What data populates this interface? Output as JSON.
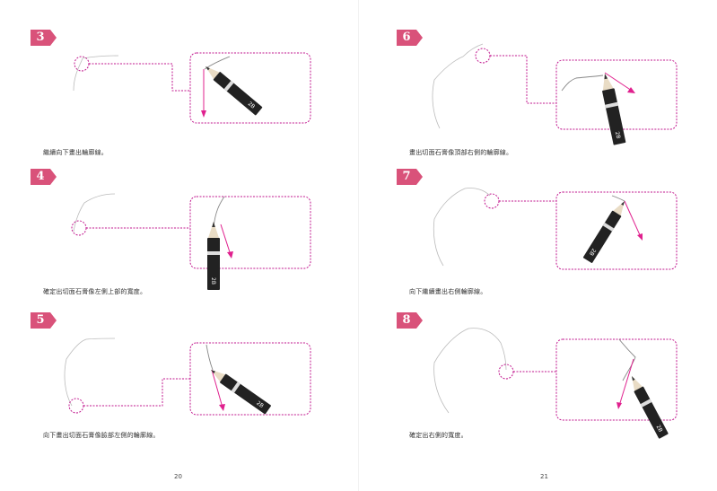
{
  "pages": [
    {
      "folio": "20",
      "steps": [
        {
          "number": "3",
          "caption": "繼續向下畫出輪廓線。"
        },
        {
          "number": "4",
          "caption": "確定出切面石膏像左側上部的寬度。"
        },
        {
          "number": "5",
          "caption": "向下畫出切面石膏像臉部左側的輪廓線。"
        }
      ]
    },
    {
      "folio": "21",
      "steps": [
        {
          "number": "6",
          "caption": "畫出切面石膏像頂部右側的輪廓線。"
        },
        {
          "number": "7",
          "caption": "向下繼續畫出右側輪廓線。"
        },
        {
          "number": "8",
          "caption": "確定出右側的寬度。"
        }
      ]
    }
  ],
  "pencil_grade_label": "2B",
  "colors": {
    "accent": "#d9527a",
    "guide": "#c2188f",
    "sketch": "#bbbbbb",
    "pencil_body": "#222222",
    "wood": "#e9dcc5"
  },
  "icons": [
    "pencil-icon",
    "arrow-icon",
    "magnifier-circle-icon"
  ]
}
